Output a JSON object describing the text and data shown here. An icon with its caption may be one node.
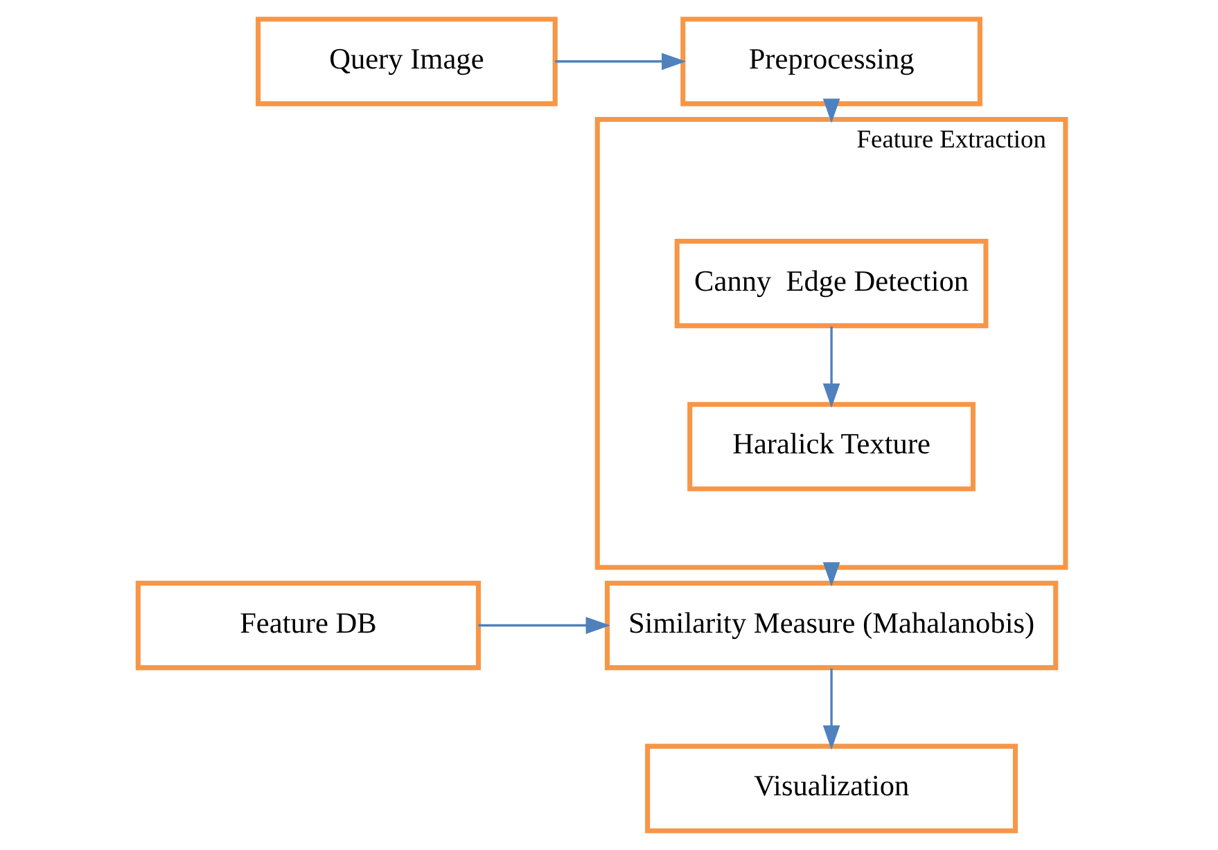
{
  "diagram": {
    "nodes": [
      {
        "text": [
          "Query Image"
        ]
      },
      {
        "text": [
          "Preprocessing"
        ]
      },
      {
        "text": [
          "Feature Extraction"
        ]
      },
      {
        "text": [
          "Canny  Edge Detection"
        ],
        "in": 2
      },
      {
        "text": [
          "Haralick Texture"
        ],
        "in": 2
      },
      {
        "text": [
          "Feature DB"
        ]
      },
      {
        "text": [
          "Similarity Measure (Mahalanobis)"
        ]
      },
      {
        "text": [
          "Visualization"
        ]
      }
    ],
    "edges": [
      {
        "from": 0,
        "to": 1,
        "arrow": "to"
      },
      {
        "from": 1,
        "to": 2,
        "arrow": "to"
      },
      {
        "from": 3,
        "to": 4,
        "arrow": "to"
      },
      {
        "from": 2,
        "to": 6,
        "arrow": "to"
      },
      {
        "from": 5,
        "to": 6,
        "arrow": "to"
      },
      {
        "from": 6,
        "to": 7,
        "arrow": "to"
      }
    ]
  }
}
